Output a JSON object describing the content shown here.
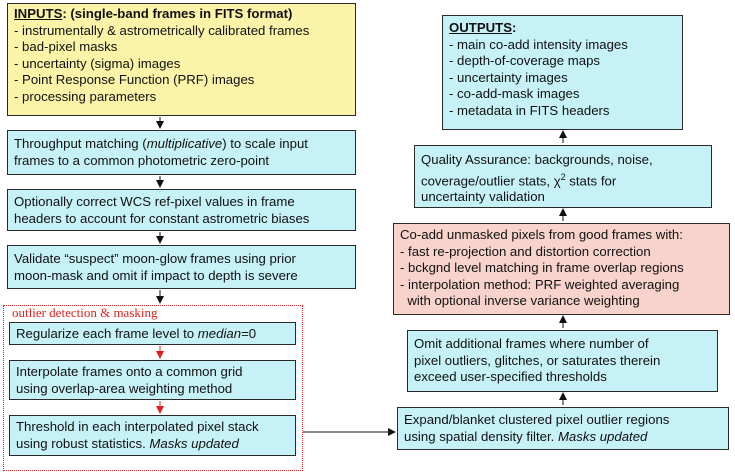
{
  "inputs": {
    "heading": "INPUTS",
    "heading_rest": ": (single-band frames in FITS format)",
    "items": [
      "- instrumentally & astrometrically calibrated frames",
      "- bad-pixel masks",
      "- uncertainty (sigma) images",
      "- Point Response Function (PRF) images",
      "- processing parameters"
    ]
  },
  "left_steps": {
    "throughput": {
      "pre": "Throughput matching (",
      "em": "multiplicative",
      "post": ") to scale input",
      "line2": "frames to a common photometric zero-point"
    },
    "wcs": {
      "line1": "Optionally correct WCS ref-pixel values in frame",
      "line2": "headers to account for constant astrometric biases"
    },
    "moon": {
      "line1": "Validate “suspect” moon-glow frames using prior",
      "line2": "moon-mask and omit if impact to depth is severe"
    }
  },
  "outlier_group": {
    "label": "outlier detection & masking",
    "regularize": {
      "pre": "Regularize each frame level to ",
      "em": "median",
      "post": "=0"
    },
    "interpolate": {
      "line1": "Interpolate frames onto a common grid",
      "line2": "using overlap-area weighting method"
    },
    "threshold": {
      "line1": "Threshold in each interpolated pixel stack",
      "line2_pre": "using robust statistics. ",
      "line2_em": "Masks updated"
    }
  },
  "right_steps": {
    "expand": {
      "line1": "Expand/blanket clustered pixel outlier regions",
      "line2_pre": "using spatial density filter. ",
      "line2_em": "Masks updated"
    },
    "omit": {
      "line1": "Omit additional frames where number of",
      "line2": "pixel outliers, glitches, or saturates therein",
      "line3": "exceed user-specified thresholds"
    },
    "coadd": {
      "line1": "Co-add unmasked pixels from good frames with:",
      "items": [
        "- fast re-projection and distortion correction",
        "- bckgnd level matching in frame overlap regions",
        "- interpolation method: PRF weighted averaging",
        "  with optional inverse variance weighting"
      ]
    },
    "qa": {
      "line1": "Quality Assurance: backgrounds, noise,",
      "line2_pre": "coverage/outlier stats, ",
      "chi": "χ",
      "sup": "2",
      "line2_post": " stats for",
      "line3": "uncertainty validation"
    }
  },
  "outputs": {
    "heading": "OUTPUTS",
    "heading_rest": ":",
    "items": [
      "- main co-add intensity images",
      "- depth-of-coverage maps",
      "- uncertainty images",
      "- co-add-mask images",
      "- metadata in FITS headers"
    ]
  }
}
